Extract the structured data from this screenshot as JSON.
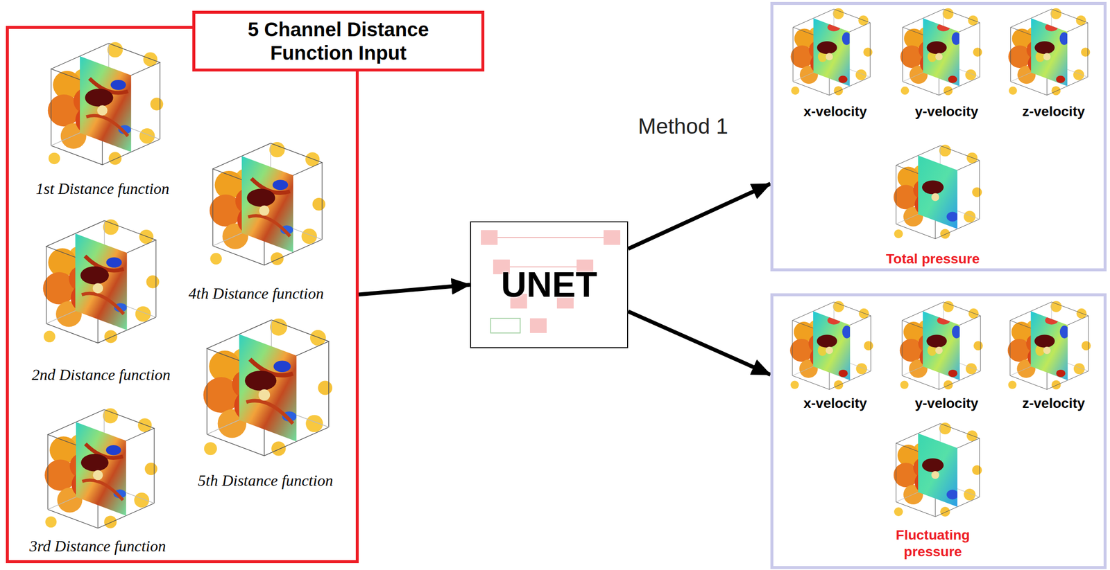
{
  "diagram": {
    "nodes": [
      {
        "text": [
          "5 Channel Distance Function Input",
          "1st Distance function",
          "4th Distance function",
          "2nd Distance function",
          "5th Distance function",
          "3rd Distance function"
        ]
      },
      {
        "text": [
          "UNET"
        ]
      },
      {
        "text": [
          "x-velocity",
          "y-velocity",
          "z-velocity",
          "Total pressure"
        ]
      },
      {
        "text": [
          "x-velocity",
          "y-velocity",
          "z-velocity",
          "Fluctuating pressure"
        ]
      }
    ],
    "edges": [
      {
        "from": 0,
        "to": 1,
        "arrow": "to"
      },
      {
        "from": 1,
        "to": 2,
        "arrow": "to"
      },
      {
        "from": 1,
        "to": 3,
        "arrow": "to"
      }
    ],
    "labels": [
      "Method 1"
    ]
  }
}
